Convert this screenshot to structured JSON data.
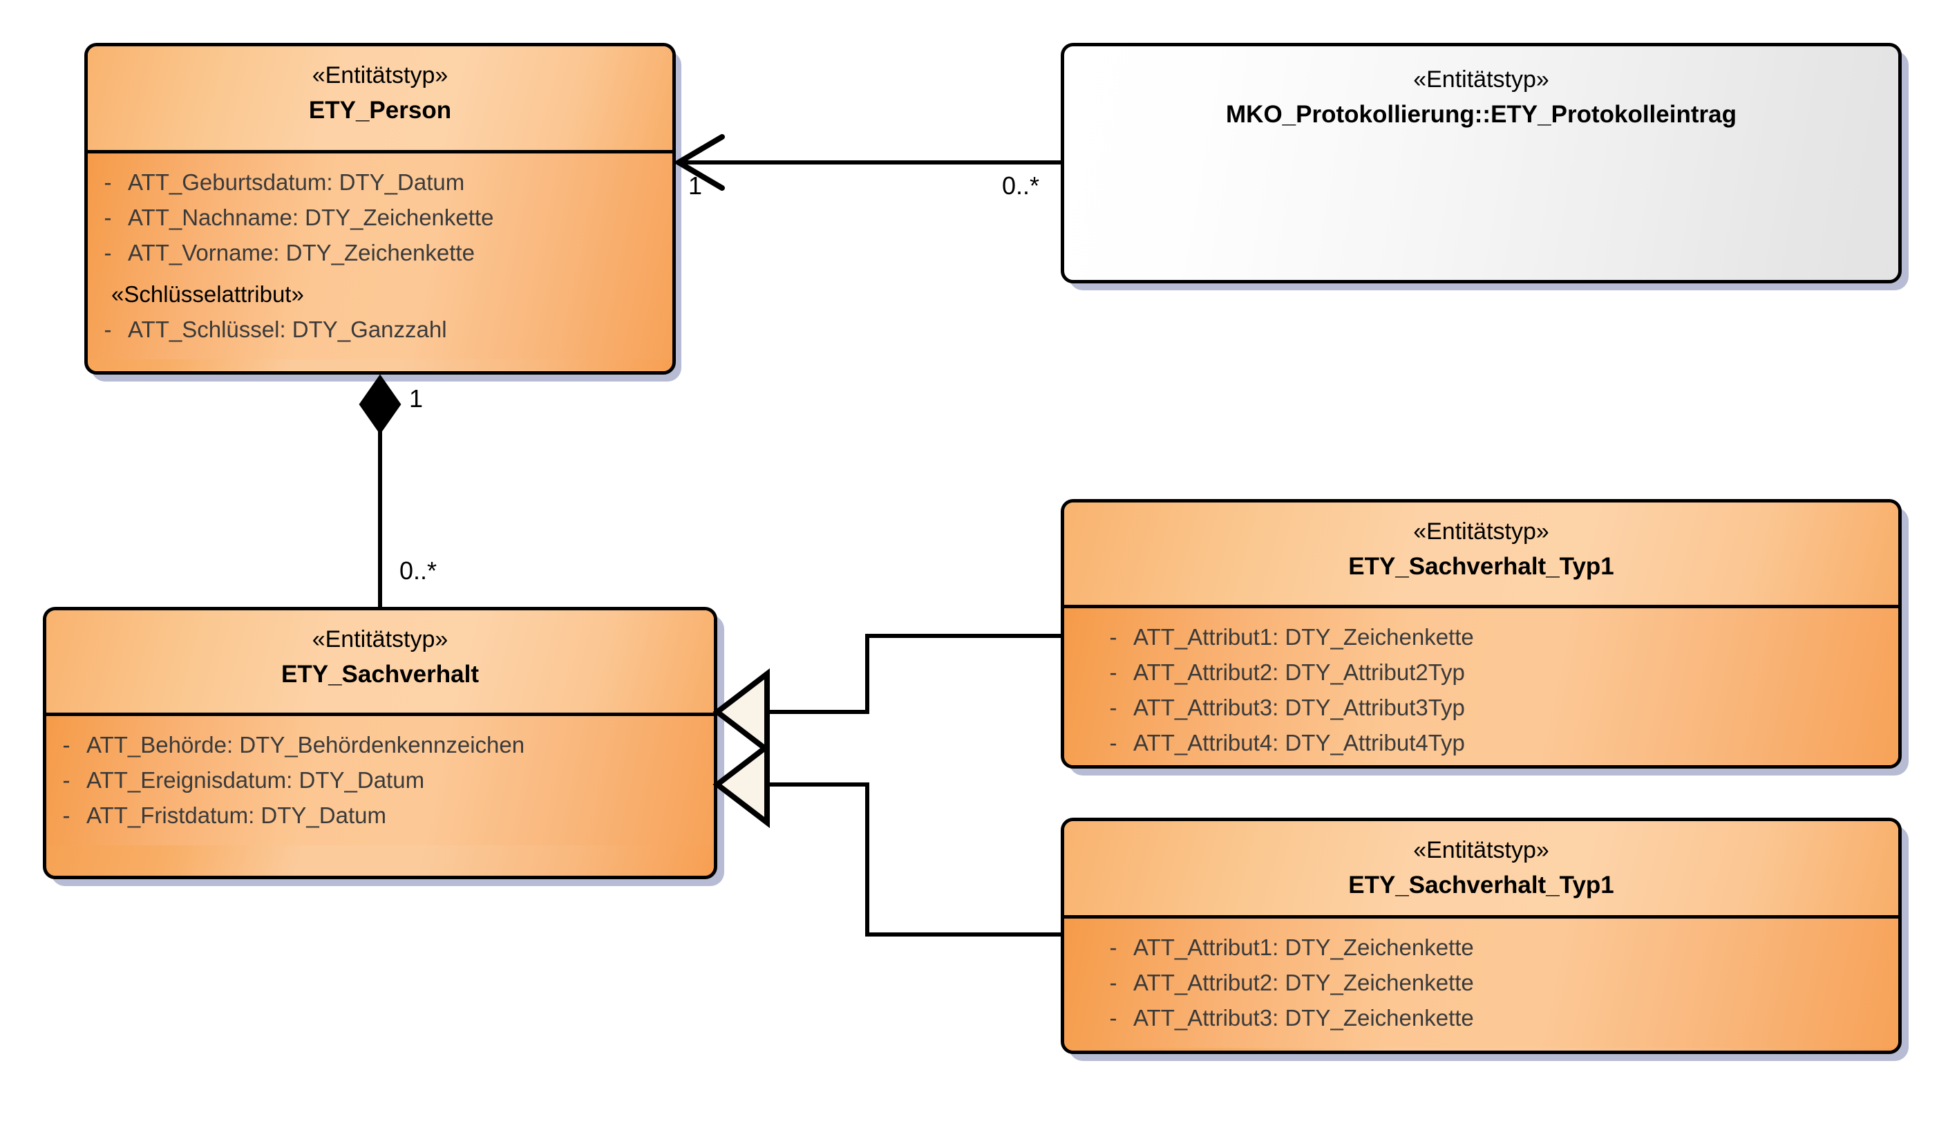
{
  "diagram": {
    "type": "uml-class-diagram",
    "language": "de",
    "background_color": "#ffffff",
    "entity_fill_color": "#fbcb9c",
    "entity_fill_color_dark": "#f59b49",
    "external_fill_color": "#ececec",
    "border_color": "#000000",
    "shadow_color": "#b7bcd4",
    "generalization_arrow_fill": "#faf3e8"
  },
  "classes": [
    {
      "id": "ety_person",
      "stereotype": "«Entitätstyp»",
      "name": "ETY_Person",
      "style": "entity",
      "attributes": [
        {
          "visibility": "-",
          "text": "ATT_Geburtsdatum: DTY_Datum"
        },
        {
          "visibility": "-",
          "text": "ATT_Nachname: DTY_Zeichenkette"
        },
        {
          "visibility": "-",
          "text": "ATT_Vorname: DTY_Zeichenkette"
        }
      ],
      "attribute_group_stereotype": "«Schlüsselattribut»",
      "key_attributes": [
        {
          "visibility": "-",
          "text": "ATT_Schlüssel: DTY_Ganzzahl"
        }
      ]
    },
    {
      "id": "ety_protokolleintrag",
      "stereotype": "«Entitätstyp»",
      "name": "MKO_Protokollierung::ETY_Protokolleintrag",
      "style": "external",
      "attributes": []
    },
    {
      "id": "ety_sachverhalt",
      "stereotype": "«Entitätstyp»",
      "name": "ETY_Sachverhalt",
      "style": "entity",
      "attributes": [
        {
          "visibility": "-",
          "text": "ATT_Behörde: DTY_Behördenkennzeichen"
        },
        {
          "visibility": "-",
          "text": "ATT_Ereignisdatum: DTY_Datum"
        },
        {
          "visibility": "-",
          "text": "ATT_Fristdatum: DTY_Datum"
        }
      ]
    },
    {
      "id": "ety_sachverhalt_typ1_a",
      "stereotype": "«Entitätstyp»",
      "name": "ETY_Sachverhalt_Typ1",
      "style": "entity",
      "attributes": [
        {
          "visibility": "-",
          "text": "ATT_Attribut1: DTY_Zeichenkette"
        },
        {
          "visibility": "-",
          "text": "ATT_Attribut2: DTY_Attribut2Typ"
        },
        {
          "visibility": "-",
          "text": "ATT_Attribut3: DTY_Attribut3Typ"
        },
        {
          "visibility": "-",
          "text": "ATT_Attribut4: DTY_Attribut4Typ"
        }
      ]
    },
    {
      "id": "ety_sachverhalt_typ1_b",
      "stereotype": "«Entitätstyp»",
      "name": "ETY_Sachverhalt_Typ1",
      "style": "entity",
      "attributes": [
        {
          "visibility": "-",
          "text": "ATT_Attribut1: DTY_Zeichenkette"
        },
        {
          "visibility": "-",
          "text": "ATT_Attribut2: DTY_Zeichenkette"
        },
        {
          "visibility": "-",
          "text": "ATT_Attribut3: DTY_Zeichenkette"
        }
      ]
    }
  ],
  "relationships": [
    {
      "id": "assoc_protokoll_person",
      "kind": "directed-association",
      "source": "ety_protokolleintrag",
      "target": "ety_person",
      "source_multiplicity": "0..*",
      "target_multiplicity": "1"
    },
    {
      "id": "comp_person_sachverhalt",
      "kind": "composition",
      "source": "ety_person",
      "target": "ety_sachverhalt",
      "source_multiplicity": "1",
      "target_multiplicity": "0..*"
    },
    {
      "id": "gen_typ1a_sachverhalt",
      "kind": "generalization",
      "source": "ety_sachverhalt_typ1_a",
      "target": "ety_sachverhalt",
      "source_multiplicity": "",
      "target_multiplicity": ""
    },
    {
      "id": "gen_typ1b_sachverhalt",
      "kind": "generalization",
      "source": "ety_sachverhalt_typ1_b",
      "target": "ety_sachverhalt",
      "source_multiplicity": "",
      "target_multiplicity": ""
    }
  ],
  "multiplicity_labels": {
    "person_assoc_end": "1",
    "protokoll_assoc_end": "0..*",
    "person_comp_end": "1",
    "sachverhalt_comp_end": "0..*"
  }
}
